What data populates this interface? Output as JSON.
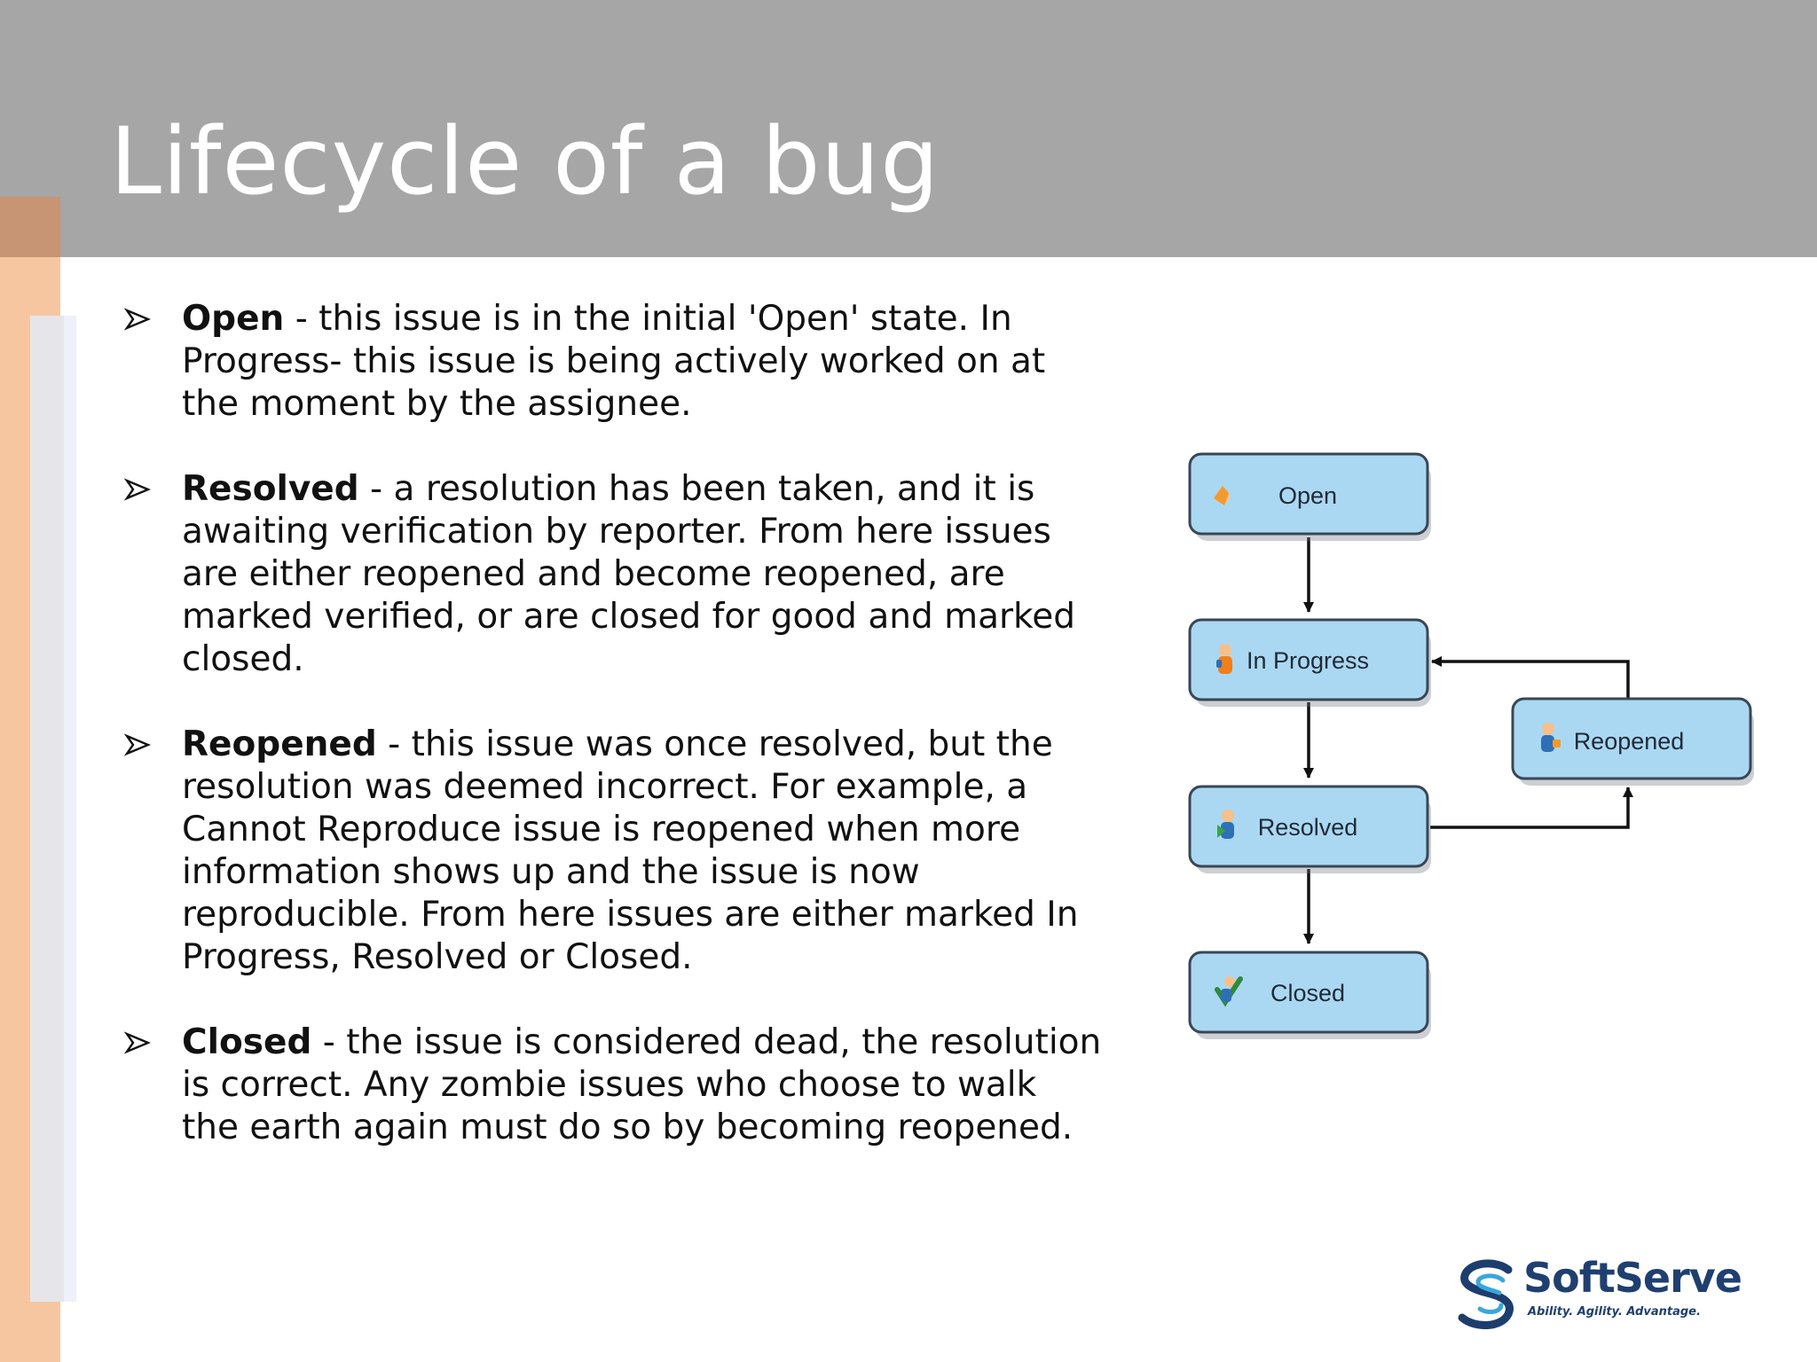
{
  "slide": {
    "title": "Lifecycle of a bug",
    "colors": {
      "header": "#a6a6a6",
      "accent_stripe": "#f6c6a1",
      "node_fill": "#aad8f3",
      "node_border": "#3a4654",
      "brand": "#1f3f70"
    }
  },
  "bullets": [
    {
      "term": "Open",
      "description": " - this issue is in the initial 'Open' state. In\nProgress- this issue is being actively worked on at\nthe moment by the assignee."
    },
    {
      "term": "Resolved",
      "description": " - a resolution has been taken, and it is\nawaiting  verification by reporter. From here issues\nare either reopened and become reopened, are\nmarked verified, or are closed for good and marked\nclosed."
    },
    {
      "term": "Reopened",
      "description": " - this issue was once resolved, but the\nresolution was deemed incorrect. For example, a\nCannot Reproduce issue is  reopened when more\ninformation shows up and the issue is now\nreproducible. From here issues are either marked In\nProgress, Resolved or Closed."
    },
    {
      "term": "Closed",
      "description": " - the issue is considered dead, the resolution\nis  correct. Any zombie issues who choose to walk\nthe earth again must do so by becoming reopened."
    }
  ],
  "diagram": {
    "states": [
      {
        "id": "open",
        "label": "Open",
        "icon": "open-issue-icon"
      },
      {
        "id": "in_progress",
        "label": "In Progress",
        "icon": "in-progress-icon"
      },
      {
        "id": "resolved",
        "label": "Resolved",
        "icon": "resolved-icon"
      },
      {
        "id": "closed",
        "label": "Closed",
        "icon": "closed-icon"
      },
      {
        "id": "reopened",
        "label": "Reopened",
        "icon": "reopened-icon"
      }
    ],
    "transitions": [
      {
        "from": "open",
        "to": "in_progress"
      },
      {
        "from": "in_progress",
        "to": "resolved"
      },
      {
        "from": "resolved",
        "to": "closed"
      },
      {
        "from": "resolved",
        "to": "reopened"
      },
      {
        "from": "reopened",
        "to": "in_progress"
      }
    ]
  },
  "logo": {
    "name": "SoftServe",
    "tagline": "Ability. Agility. Advantage."
  }
}
